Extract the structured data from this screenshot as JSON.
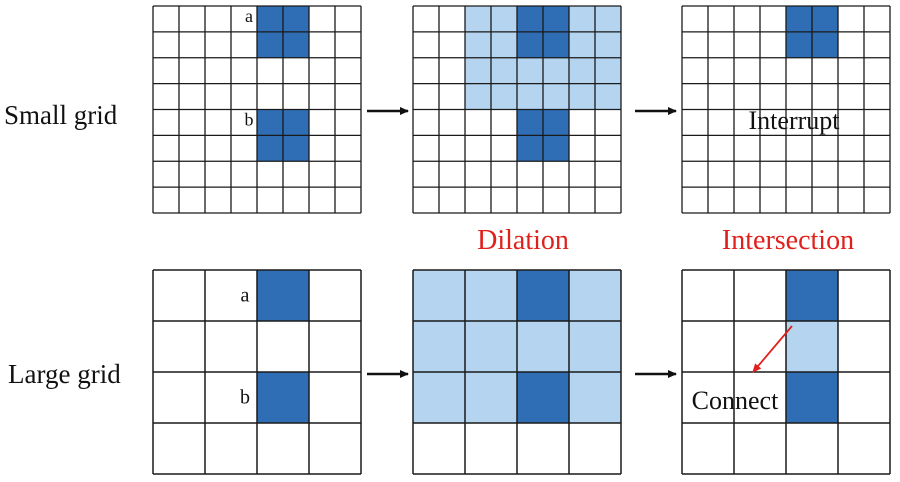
{
  "rows": [
    {
      "label": "Small grid"
    },
    {
      "label": "Large grid"
    }
  ],
  "captions": {
    "dilation": "Dilation",
    "intersection": "Intersection",
    "caption_color": "#e0201b"
  },
  "annotations": {
    "interrupt": "Interrupt",
    "connect": "Connect",
    "a": "a",
    "b": "b"
  },
  "colors": {
    "dark_blue": "#2f6eb4",
    "light_blue": "#b4d4ef",
    "grid_line": "#1a1a1a",
    "connect_arrow": "#e0201b"
  },
  "grids": {
    "small": {
      "rows": 8,
      "cols": 8,
      "input": {
        "dark": [
          [
            0,
            4
          ],
          [
            0,
            5
          ],
          [
            1,
            4
          ],
          [
            1,
            5
          ],
          [
            4,
            4
          ],
          [
            4,
            5
          ],
          [
            5,
            4
          ],
          [
            5,
            5
          ]
        ],
        "light": [],
        "marks": [
          {
            "label": "a",
            "cell": [
              0,
              3
            ]
          },
          {
            "label": "b",
            "cell": [
              4,
              3
            ]
          }
        ]
      },
      "dilation": {
        "dark": [
          [
            0,
            4
          ],
          [
            0,
            5
          ],
          [
            1,
            4
          ],
          [
            1,
            5
          ],
          [
            4,
            4
          ],
          [
            4,
            5
          ],
          [
            5,
            4
          ],
          [
            5,
            5
          ]
        ],
        "light": [
          [
            0,
            2
          ],
          [
            0,
            3
          ],
          [
            0,
            6
          ],
          [
            0,
            7
          ],
          [
            1,
            2
          ],
          [
            1,
            3
          ],
          [
            1,
            6
          ],
          [
            1,
            7
          ],
          [
            2,
            2
          ],
          [
            2,
            3
          ],
          [
            2,
            4
          ],
          [
            2,
            5
          ],
          [
            2,
            6
          ],
          [
            2,
            7
          ],
          [
            3,
            2
          ],
          [
            3,
            3
          ],
          [
            3,
            4
          ],
          [
            3,
            5
          ],
          [
            3,
            6
          ],
          [
            3,
            7
          ]
        ]
      },
      "intersection": {
        "dark": [
          [
            0,
            4
          ],
          [
            0,
            5
          ],
          [
            1,
            4
          ],
          [
            1,
            5
          ]
        ],
        "light": []
      }
    },
    "large": {
      "rows": 4,
      "cols": 4,
      "input": {
        "dark": [
          [
            0,
            2
          ],
          [
            2,
            2
          ]
        ],
        "light": [],
        "marks": [
          {
            "label": "a",
            "cell": [
              0,
              1
            ]
          },
          {
            "label": "b",
            "cell": [
              2,
              1
            ]
          }
        ]
      },
      "dilation": {
        "dark": [
          [
            0,
            2
          ],
          [
            2,
            2
          ]
        ],
        "light": [
          [
            0,
            0
          ],
          [
            0,
            1
          ],
          [
            0,
            3
          ],
          [
            1,
            0
          ],
          [
            1,
            1
          ],
          [
            1,
            2
          ],
          [
            1,
            3
          ],
          [
            2,
            0
          ],
          [
            2,
            1
          ],
          [
            2,
            3
          ]
        ]
      },
      "intersection": {
        "dark": [
          [
            0,
            2
          ],
          [
            2,
            2
          ]
        ],
        "light": [
          [
            1,
            2
          ]
        ]
      }
    }
  }
}
